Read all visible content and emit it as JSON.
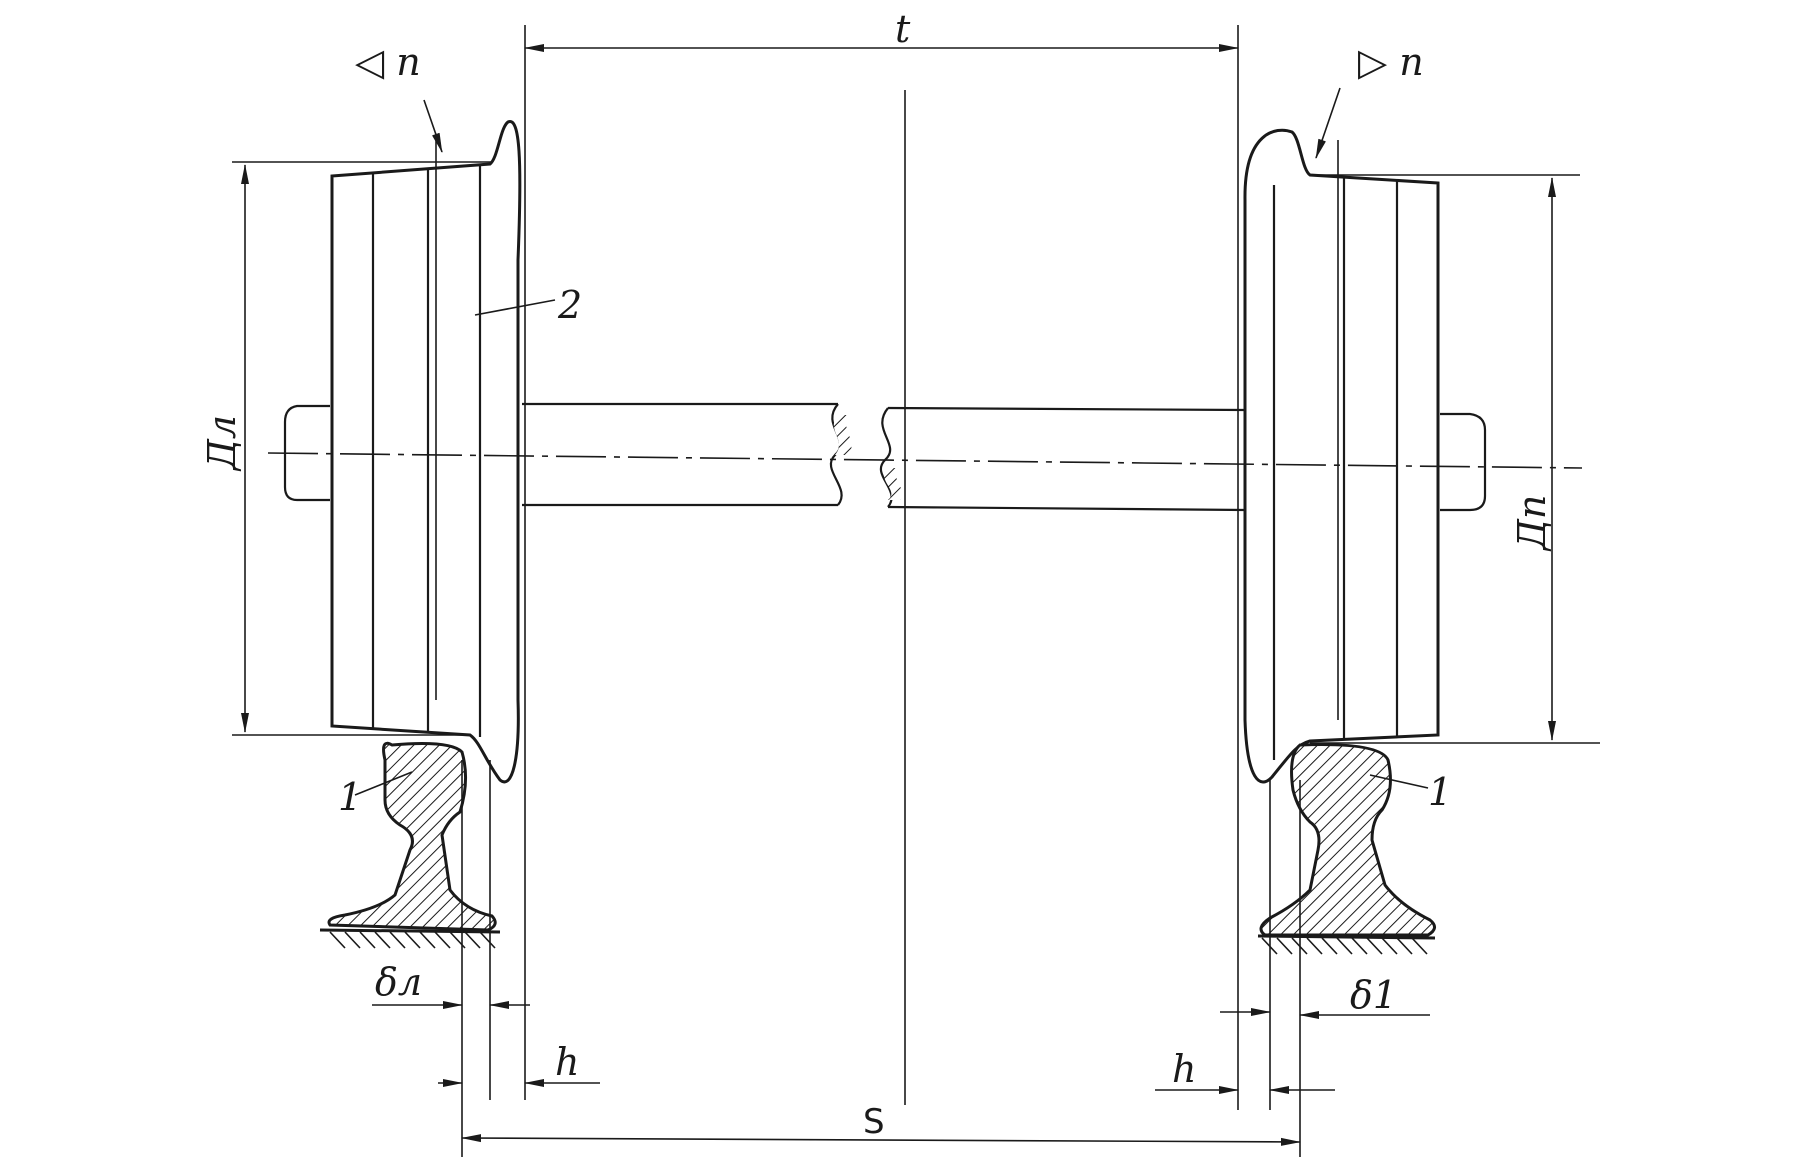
{
  "labels": {
    "top_dim": "t",
    "bottom_dim": "S",
    "left_marker": "◁ n",
    "right_marker": "▷ n",
    "left_diameter": "Дл",
    "right_diameter": "Дп",
    "left_gap": "δл",
    "right_gap": "δ1",
    "left_h": "h",
    "right_h": "h",
    "wheel_callout": "2",
    "rail_left_callout": "1",
    "rail_right_callout": "1"
  }
}
